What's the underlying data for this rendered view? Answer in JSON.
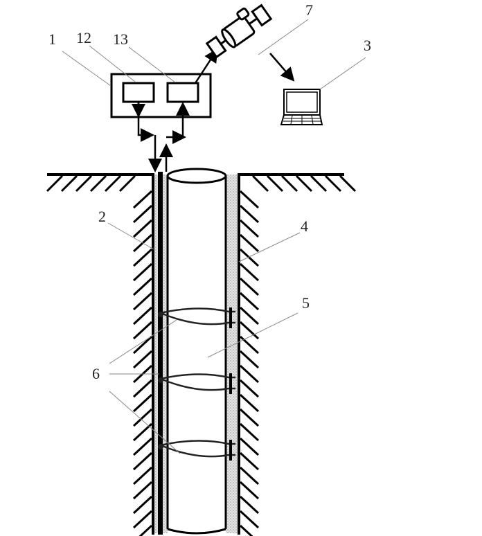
{
  "labels": {
    "controller": "1",
    "collector": "12",
    "transmitter": "13",
    "satellite": "7",
    "computer": "3",
    "cable": "2",
    "borehole": "4",
    "pile": "5",
    "sensor_rings": "6"
  },
  "colors": {
    "line": "#000000",
    "leader": "#888888",
    "fill_dots": "#c8c8c8"
  }
}
